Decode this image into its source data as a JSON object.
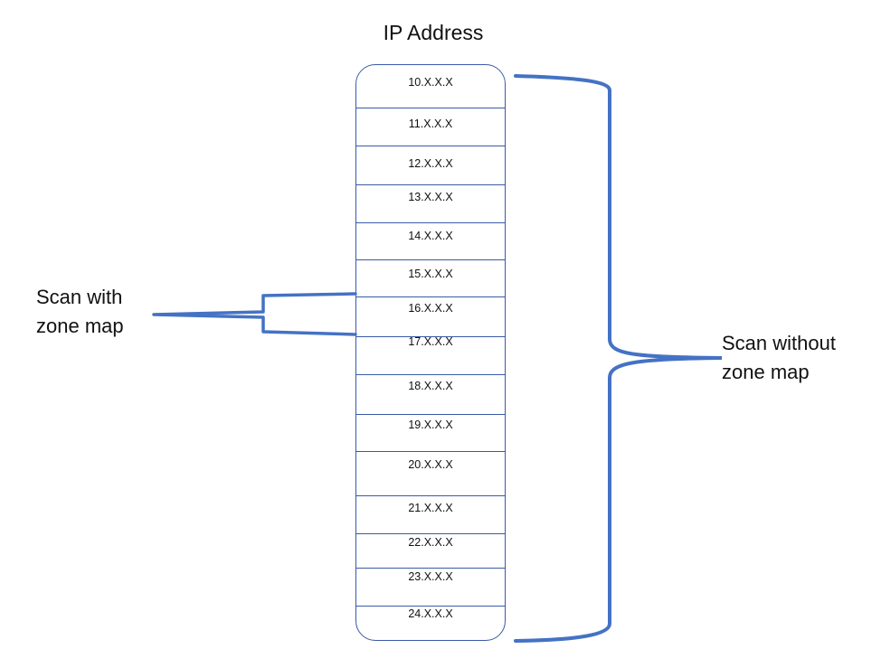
{
  "diagram": {
    "title": "IP Address",
    "rows": [
      "10.X.X.X",
      "11.X.X.X",
      "12.X.X.X",
      "13.X.X.X",
      "14.X.X.X",
      "15.X.X.X",
      "16.X.X.X",
      "17.X.X.X",
      "18.X.X.X",
      "19.X.X.X",
      "20.X.X.X",
      "21.X.X.X",
      "22.X.X.X",
      "23.X.X.X",
      "24.X.X.X"
    ],
    "scan_with_label": "Scan with\nzone map",
    "scan_without_label": "Scan without\nzone map",
    "colors": {
      "brace": "#4472c4",
      "cell_border": "#3a5aa6"
    }
  }
}
